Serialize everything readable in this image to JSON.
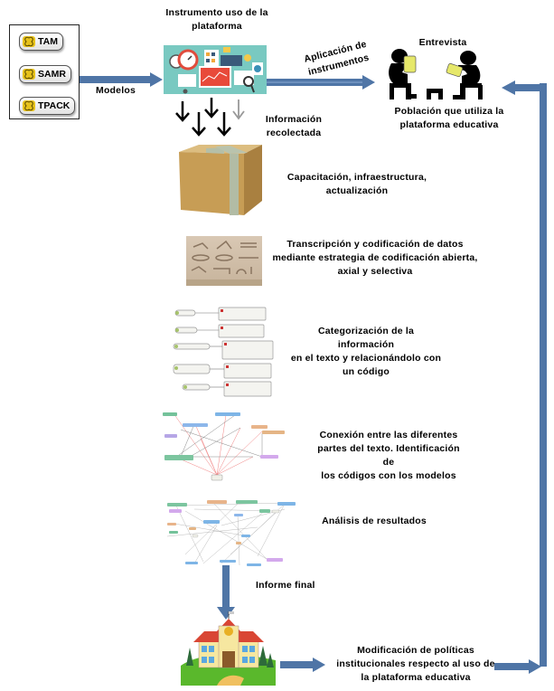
{
  "models": {
    "items": [
      {
        "label": "TAM",
        "icon": "cloverleaf-icon"
      },
      {
        "label": "SAMR",
        "icon": "cloverleaf-icon"
      },
      {
        "label": "TPACK",
        "icon": "cloverleaf-icon"
      }
    ],
    "arrow_label": "Modelos"
  },
  "instrument": {
    "title": "Instrumento uso de la\nplataforma",
    "image": "dashboard-analytics-illustration"
  },
  "application_arrow_label": "Aplicación de\ninstrumentos",
  "interview": {
    "title": "Entrevista",
    "image": "interview-people-illustration",
    "caption": "Población que utiliza la\nplataforma educativa"
  },
  "collected_info_label": "Información\nrecolectada",
  "steps": [
    {
      "id": "capacitacion",
      "image": "cardboard-box-illustration",
      "text": "Capacitación, infraestructura,\nactualización"
    },
    {
      "id": "transcripcion",
      "image": "hieroglyphs-image",
      "text": "Transcripción y codificación de datos\nmediante estrategia de codificación abierta,\naxial y selectiva"
    },
    {
      "id": "categorizacion",
      "image": "code-tree-thumbnail",
      "text": "Categorización de la información\nen el texto y relacionándolo con\nun código"
    },
    {
      "id": "conexion",
      "image": "code-network-thumbnail",
      "text": "Conexión entre las diferentes\npartes del texto. Identificación de\nlos códigos con los modelos"
    },
    {
      "id": "analisis",
      "image": "results-network-thumbnail",
      "text": "Análisis de resultados"
    }
  ],
  "final_report_label": "Informe final",
  "institution": {
    "image": "school-building-illustration",
    "text": "Modificación de políticas\ninstitucionales respecto al uso de\nla plataforma educativa"
  },
  "colors": {
    "arrow": "#4f75a6",
    "arrow_light": "#6e90bd",
    "platform_bg": "#79c9c1",
    "box_tan": "#c9a15d",
    "tape": "#a9b7a0"
  }
}
